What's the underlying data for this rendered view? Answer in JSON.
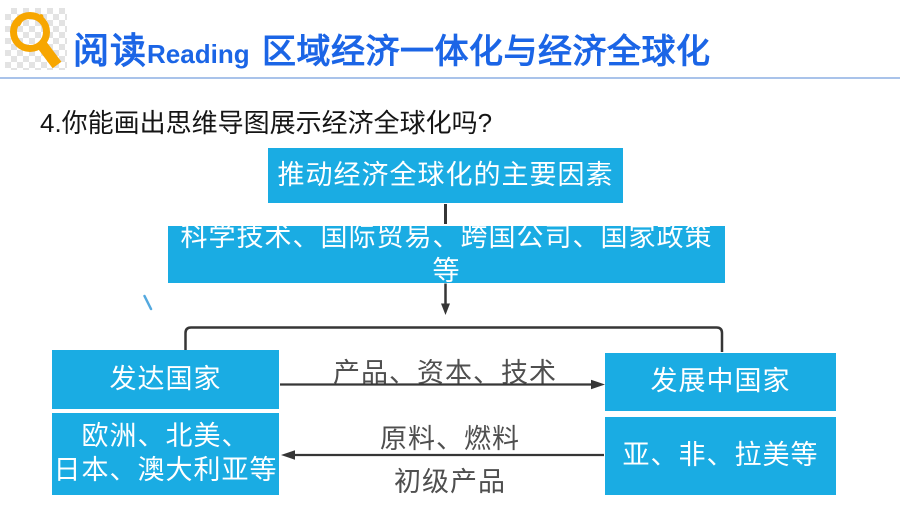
{
  "header": {
    "icon": "magnifier-icon",
    "section_label_zh": "阅读",
    "section_label_en": "Reading",
    "title": "区域经济一体化与经济全球化"
  },
  "question": "4.你能画出思维导图展示经济全球化吗?",
  "diagram": {
    "root_box": "推动经济全球化的主要因素",
    "factors_box": "科学技术、国际贸易、跨国公司、国家政策等",
    "developed": {
      "title": "发达国家",
      "examples_line1": "欧洲、北美、",
      "examples_line2": "日本、澳大利亚等"
    },
    "developing": {
      "title": "发展中国家",
      "examples": "亚、非、拉美等"
    },
    "flow_to_developing_label": "产品、资本、技术",
    "flow_to_developed_label_top": "原料、燃料",
    "flow_to_developed_label_bottom": "初级产品"
  },
  "colors": {
    "accent_blue": "#1B65E6",
    "box_cyan": "#1AACE3",
    "connector_dark": "#363636",
    "label_gray": "#4F4F4F",
    "icon_orange": "#F7A600",
    "divider_blue": "#A9C3EA"
  }
}
